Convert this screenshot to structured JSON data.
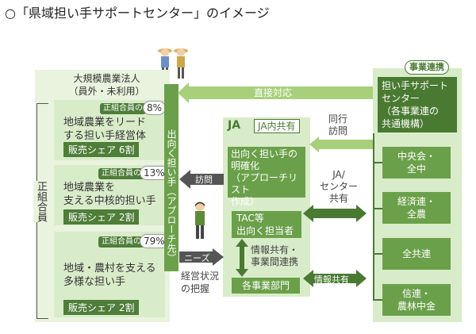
{
  "title": "○「県域担い手サポートセンター」のイメージ",
  "large_corp": {
    "line1": "大規模農業法人",
    "line2": "（員外・未利用）"
  },
  "seikumiai": "正組合員",
  "tiers": [
    {
      "tag": "正組合員の",
      "pct": "8%",
      "desc1": "地域農業をリード",
      "desc2": "する担い手経営体",
      "share": "販売シェア 6割"
    },
    {
      "tag": "正組合員の",
      "pct": "13%",
      "desc1": "地域農業を",
      "desc2": "支える中核的担い手",
      "share": "販売シェア 2割"
    },
    {
      "tag": "正組合員の",
      "pct": "79%",
      "desc1": "地域・農村を支える",
      "desc2": "多様な担い手",
      "share": "販売シェア 2割"
    }
  ],
  "vertical_bar": "出向く担い手（アプローチ先）",
  "arrows": {
    "direct": "直接対応",
    "accompany1": "同行",
    "accompany2": "訪問",
    "visit": "訪問",
    "needs": "ニーズ",
    "jaopen1": "JA/",
    "jaopen2": "センター",
    "jaopen3": "共有",
    "info_share": "情報共有"
  },
  "management": {
    "line1": "経営状況",
    "line2": "の把握"
  },
  "ja_panel": {
    "logo": "JA",
    "badge": "JA内共有",
    "box1_lines": [
      "出向く担い手の",
      "明確化",
      "（アプローチリスト",
      "作成）"
    ],
    "box2_lines": [
      "TAC等",
      "出向く担当者"
    ],
    "coop_lines": [
      "情報共有・",
      "事業間連携"
    ],
    "box3": "各事業部門"
  },
  "center": {
    "badge": "事業連携",
    "lines": [
      "担い手サポート",
      "センター",
      "（各事業連の",
      "共通機構）"
    ],
    "units": [
      {
        "l1": "中央会・",
        "l2": "全中"
      },
      {
        "l1": "経済連・",
        "l2": "全農"
      },
      {
        "l1": "全共連",
        "l2": ""
      },
      {
        "l1": "信連・",
        "l2": "農林中金"
      }
    ]
  },
  "colors": {
    "dark_green": "#4a7a32",
    "mid_green": "#6ba04a",
    "light_green": "#d9ecc9",
    "pale_green": "#e9f3de",
    "arrow_green": "#a8d07a",
    "dark_arrow": "#555555"
  }
}
